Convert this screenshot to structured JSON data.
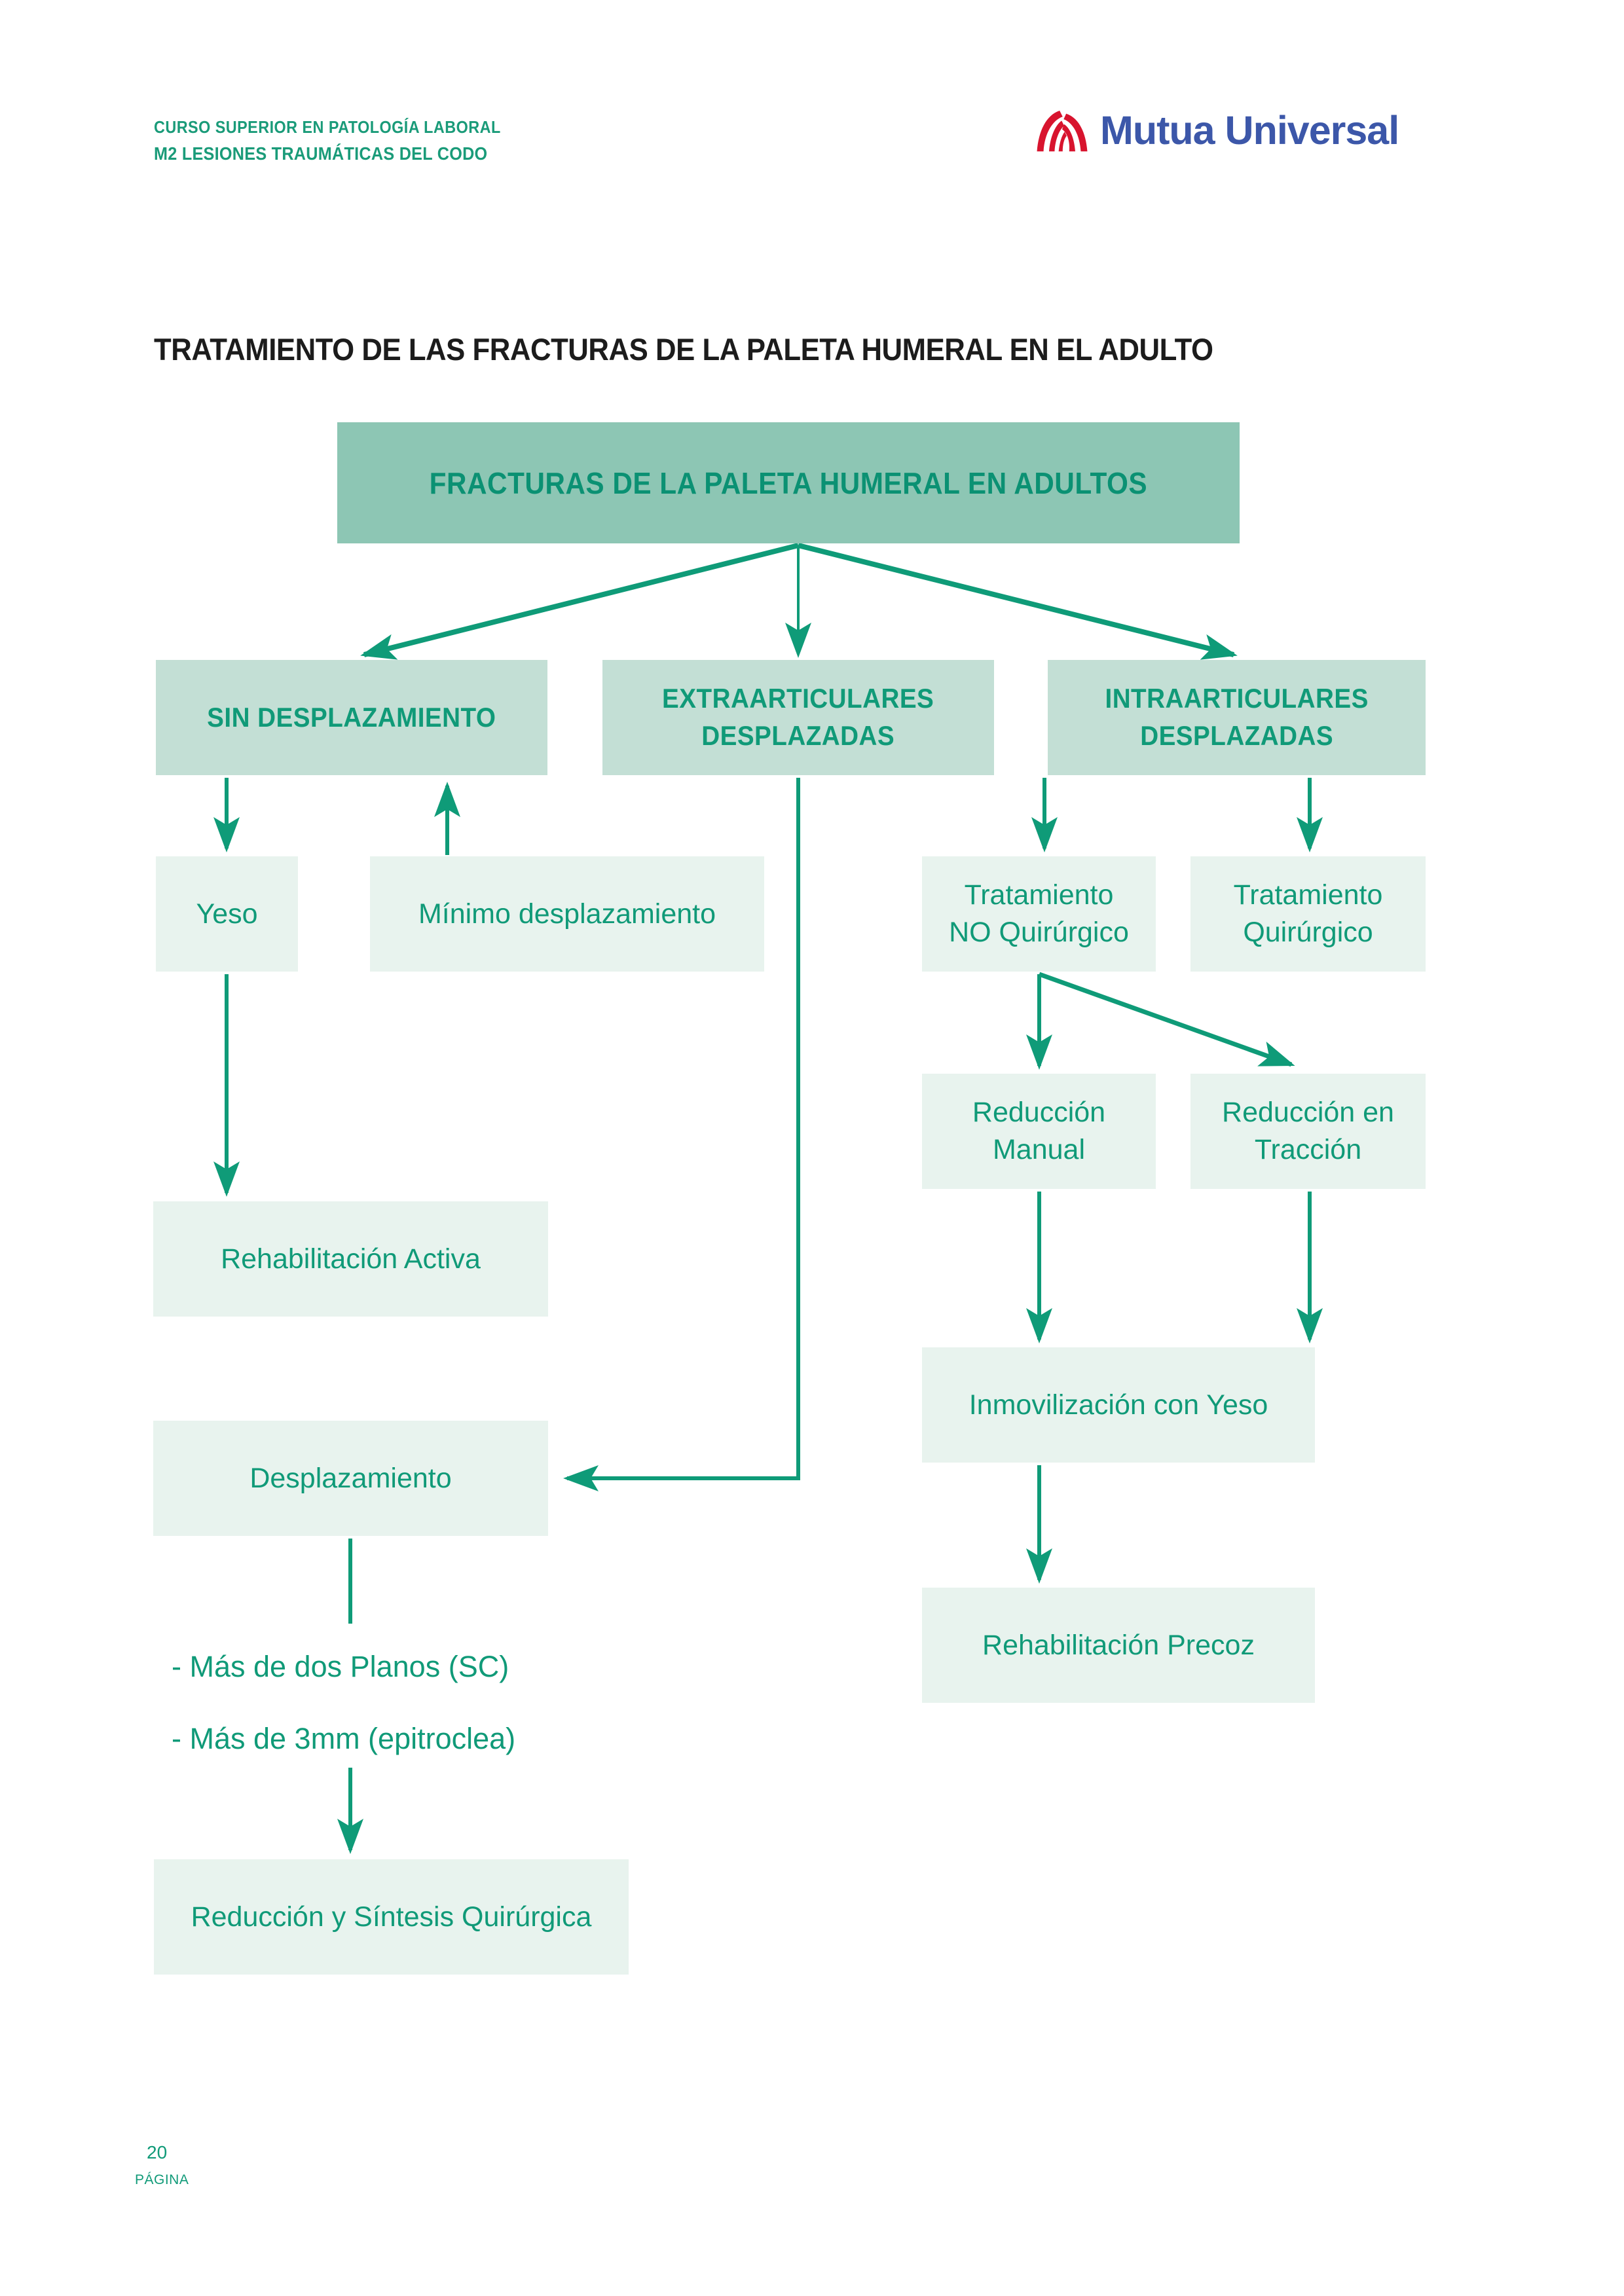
{
  "document": {
    "header": {
      "course_line": "CURSO SUPERIOR EN PATOLOGÍA LABORAL",
      "module_line": "M2 LESIONES TRAUMÁTICAS DEL CODO",
      "logo_text": "Mutua Universal"
    },
    "title": "TRATAMIENTO DE LAS FRACTURAS DE LA PALETA HUMERAL EN EL ADULTO",
    "footer": {
      "page_number": "20",
      "page_label": "PÁGINA"
    }
  },
  "colors": {
    "accent_green": "#0f9b78",
    "root_box_fill": "#8dc6b4",
    "branch_box_fill": "#c3dfd5",
    "node_box_fill": "#e8f3ee",
    "logo_blue": "#3c57a9",
    "logo_red": "#d8142e",
    "title_black": "#1c1c1c"
  },
  "flowchart": {
    "root": "FRACTURAS DE LA PALETA HUMERAL EN ADULTOS",
    "branch_sin": "SIN DESPLAZAMIENTO",
    "branch_extra": "EXTRAARTICULARES\nDESPLAZADAS",
    "branch_intra": "INTRAARTICULARES\nDESPLAZADAS",
    "yeso": "Yeso",
    "minimo_desplazamiento": "Mínimo desplazamiento",
    "rehabilitacion_activa": "Rehabilitación Activa",
    "desplazamiento": "Desplazamiento",
    "criteria": [
      "- Más de dos Planos (SC)",
      "- Más de 3mm (epitroclea)"
    ],
    "reduccion_sintesis": "Reducción y Síntesis Quirúrgica",
    "tratamiento_no_quirurgico": "Tratamiento\nNO Quirúrgico",
    "tratamiento_quirurgico": "Tratamiento\nQuirúrgico",
    "reduccion_manual": "Reducción\nManual",
    "reduccion_traccion": "Reducción en\nTracción",
    "inmovilizacion_yeso": "Inmovilización con Yeso",
    "rehabilitacion_precoz": "Rehabilitación Precoz"
  }
}
